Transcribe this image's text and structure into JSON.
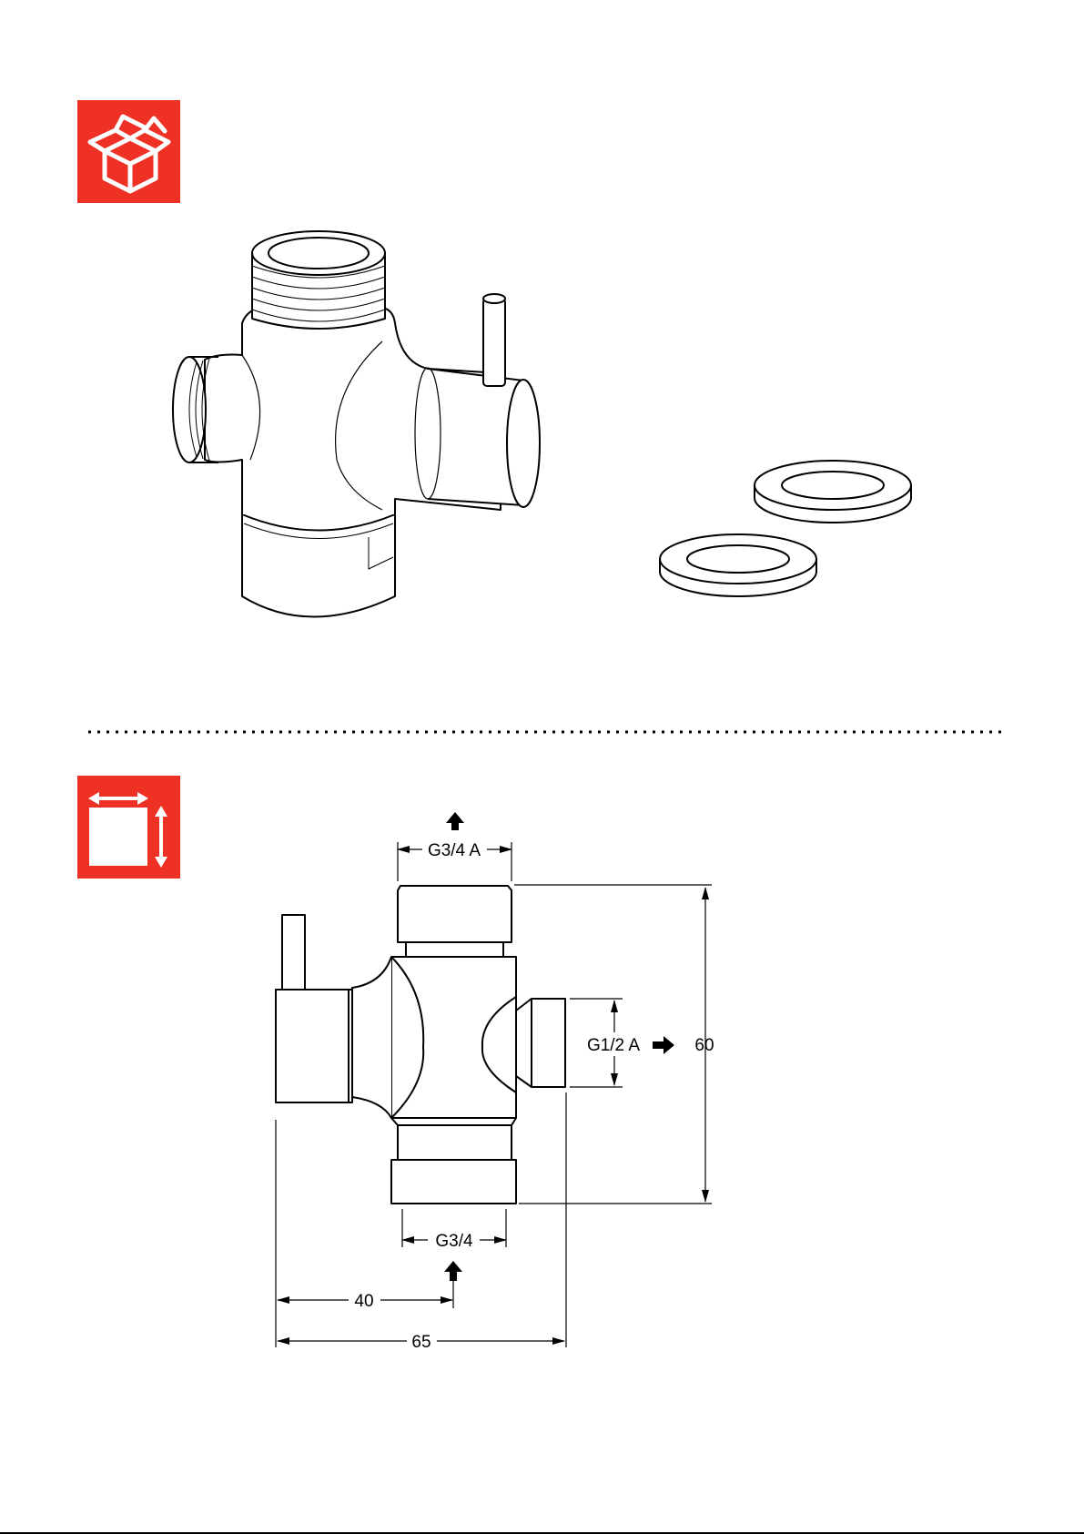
{
  "icons": {
    "scope_of_delivery": "package-box-icon",
    "dimensions": "dimensions-icon"
  },
  "colors": {
    "badge_red": "#ee3124",
    "line": "#000000"
  },
  "dimensions": {
    "top_thread": "G3/4 A",
    "side_thread": "G1/2 A",
    "bottom_thread": "G3/4",
    "height": "60",
    "center_offset": "40",
    "overall_width": "65"
  }
}
